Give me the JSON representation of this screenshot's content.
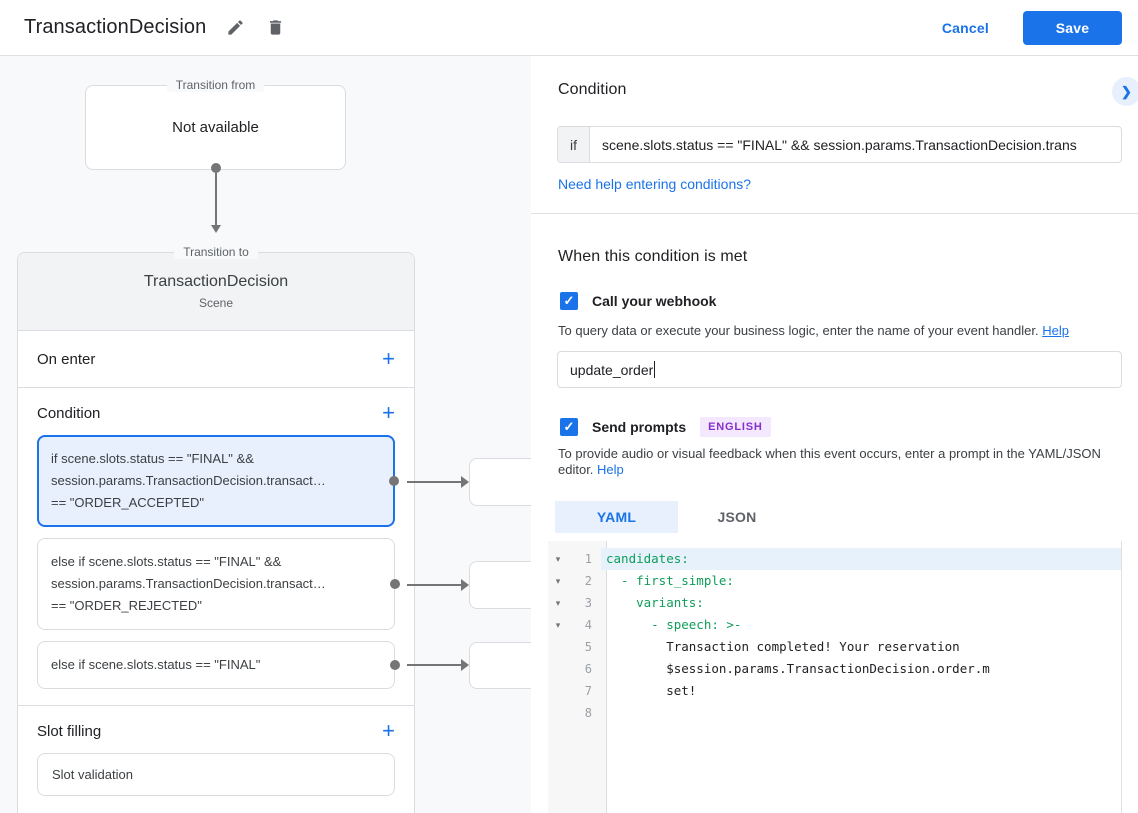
{
  "icons": {
    "add": "+",
    "chevron_right": "❯",
    "fold": "▾",
    "check": "✓"
  },
  "header": {
    "title": "TransactionDecision",
    "cancel_label": "Cancel",
    "save_label": "Save"
  },
  "diagram": {
    "transition_from": {
      "label": "Transition from",
      "content": "Not available"
    },
    "transition_to": {
      "label": "Transition to",
      "name": "TransactionDecision",
      "type": "Scene"
    },
    "on_enter": {
      "label": "On enter"
    },
    "condition": {
      "label": "Condition",
      "cards": [
        {
          "text": "if scene.slots.status == \"FINAL\" &&\nsession.params.TransactionDecision.transact…\n== \"ORDER_ACCEPTED\"",
          "selected": true
        },
        {
          "text": "else if scene.slots.status == \"FINAL\" &&\nsession.params.TransactionDecision.transact…\n== \"ORDER_REJECTED\"",
          "selected": false
        },
        {
          "text": "else if scene.slots.status == \"FINAL\"",
          "selected": false
        }
      ]
    },
    "slot_filling": {
      "label": "Slot filling",
      "item": "Slot validation"
    }
  },
  "condition_panel": {
    "title": "Condition",
    "if_label": "if",
    "expression": "scene.slots.status == \"FINAL\" && session.params.TransactionDecision.trans",
    "help_link": "Need help entering conditions?"
  },
  "when_met": {
    "title": "When this condition is met",
    "webhook": {
      "label": "Call your webhook",
      "description": "To query data or execute your business logic, enter the name of your event handler.",
      "help_label": "Help",
      "value": "update_order"
    },
    "prompts": {
      "label": "Send prompts",
      "language_badge": "ENGLISH",
      "description": "To provide audio or visual feedback when this event occurs, enter a prompt in the YAML/JSON editor.",
      "help_label": "Help"
    },
    "tabs": [
      {
        "label": "YAML"
      },
      {
        "label": "JSON"
      }
    ],
    "editor": {
      "lines": [
        {
          "num": 1,
          "text": "candidates:",
          "type": "key",
          "fold": true,
          "highlight": true
        },
        {
          "num": 2,
          "text": "  - first_simple:",
          "type": "key",
          "fold": true,
          "highlight": false
        },
        {
          "num": 3,
          "text": "    variants:",
          "type": "key",
          "fold": true,
          "highlight": false
        },
        {
          "num": 4,
          "text": "      - speech: >-",
          "type": "key",
          "fold": true,
          "highlight": false
        },
        {
          "num": 5,
          "text": "        Transaction completed! Your reservation",
          "type": "plain",
          "fold": false,
          "highlight": false
        },
        {
          "num": 6,
          "text": "        $session.params.TransactionDecision.order.m",
          "type": "plain",
          "fold": false,
          "highlight": false
        },
        {
          "num": 7,
          "text": "        set!",
          "type": "plain",
          "fold": false,
          "highlight": false
        },
        {
          "num": 8,
          "text": "",
          "type": "plain",
          "fold": false,
          "highlight": false
        }
      ]
    }
  }
}
